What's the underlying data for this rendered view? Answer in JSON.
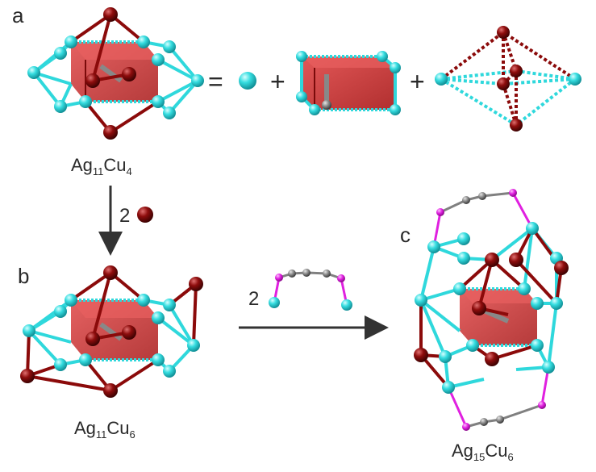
{
  "labels": {
    "panel_a": "a",
    "panel_b": "b",
    "panel_c": "c",
    "equals": "=",
    "plus": "+",
    "coef_cu": "2",
    "coef_ligand": "2"
  },
  "formulas": {
    "a": {
      "el1": "Ag",
      "n1": "11",
      "el2": "Cu",
      "n2": "4"
    },
    "b": {
      "el1": "Ag",
      "n1": "11",
      "el2": "Cu",
      "n2": "6"
    },
    "c": {
      "el1": "Ag",
      "n1": "15",
      "el2": "Cu",
      "n2": "6"
    }
  },
  "colors": {
    "silver_atom": "#2fd8dc",
    "copper_atom": "#8b0a0a",
    "phosphorus_atom": "#e020e0",
    "carbon_atom": "#808080",
    "polyhedron_fill": "#d03030",
    "arrow": "#333333"
  }
}
